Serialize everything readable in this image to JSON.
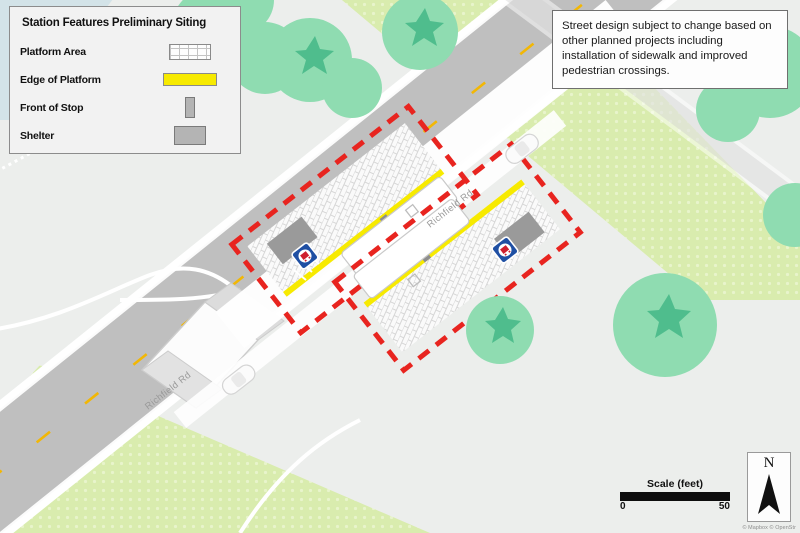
{
  "legend": {
    "title": "Station Features Preliminary Siting",
    "items": [
      {
        "label": "Platform Area",
        "symbol": "platform-area-hatch-swatch"
      },
      {
        "label": "Edge of Platform",
        "symbol": "yellow-edge-bar-swatch"
      },
      {
        "label": "Front of Stop",
        "symbol": "front-of-stop-bar-swatch"
      },
      {
        "label": "Shelter",
        "symbol": "shelter-rect-swatch"
      }
    ]
  },
  "note": {
    "text": "Street design subject to change based on other planned projects including installation of sidewalk and improved pedestrian crossings."
  },
  "scale": {
    "title": "Scale (feet)",
    "min": "0",
    "max": "50"
  },
  "north": {
    "letter": "N"
  },
  "attribution": {
    "text": "© Mapbox © OpenStr"
  },
  "map": {
    "road_labels": [
      {
        "name": "Richfield Rd",
        "position": "upper-center"
      },
      {
        "name": "Richfield Rd",
        "position": "lower-left"
      }
    ],
    "markers": [
      {
        "name": "transit-stop-west",
        "kind": "bus-stop-diamond"
      },
      {
        "name": "transit-stop-east",
        "kind": "bus-stop-diamond"
      }
    ],
    "colors": {
      "road_fill": "#bfbfbf",
      "road_casing": "#ffffff",
      "centerline_dash": "#f2b705",
      "vegetation": "#d8ecab",
      "tree": "#85dcae",
      "tree_star": "#4bbd8b",
      "water": "#cfe0e8",
      "platform_edge_yellow": "#f7ea00",
      "siting_outline_red": "#e8241f",
      "shelter_grey": "#9a9a9a",
      "background": "#eceeec"
    },
    "siting_boxes": [
      {
        "name": "northwest-platform-siting-box"
      },
      {
        "name": "southeast-platform-siting-box"
      }
    ]
  }
}
